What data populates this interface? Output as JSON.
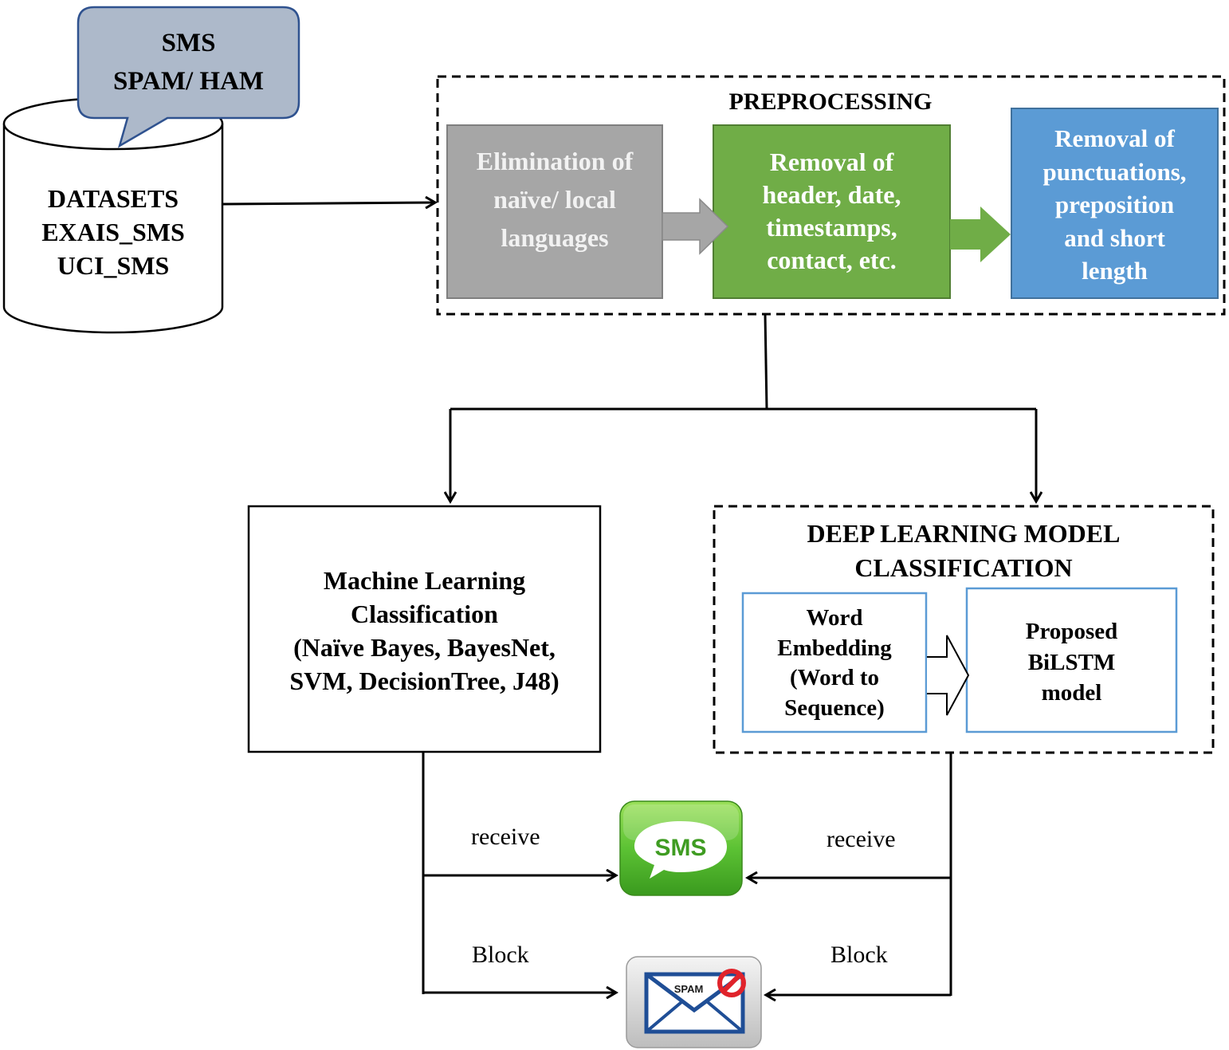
{
  "bubble": {
    "lines": [
      "SMS",
      "SPAM/ HAM"
    ]
  },
  "datasets": {
    "lines": [
      "DATASETS",
      "EXAIS_SMS",
      "UCI_SMS"
    ]
  },
  "preprocessing": {
    "title": "PREPROCESSING",
    "step1": {
      "lines": [
        "Elimination of",
        "naïve/ local",
        "languages"
      ],
      "color": "#a6a6a6"
    },
    "step2": {
      "lines": [
        "Removal of",
        "header, date,",
        "timestamps,",
        "contact, etc."
      ],
      "color": "#70ad47"
    },
    "step3": {
      "lines": [
        "Removal of",
        "punctuations,",
        "preposition",
        "and short",
        "length"
      ],
      "color": "#5b9bd5"
    }
  },
  "ml": {
    "lines": [
      "Machine Learning",
      "Classification",
      "(Naïve Bayes, BayesNet,",
      "SVM, DecisionTree, J48)"
    ]
  },
  "dl": {
    "title_lines": [
      "DEEP LEARNING MODEL",
      "CLASSIFICATION"
    ],
    "embedding": {
      "lines": [
        "Word",
        "Embedding",
        "(Word to",
        "Sequence)"
      ]
    },
    "bilstm": {
      "lines": [
        "Proposed",
        "BiLSTM",
        "model"
      ]
    }
  },
  "outputs": {
    "receive_label": "receive",
    "block_label": "Block",
    "sms_icon_text": "SMS",
    "spam_icon_text": "SPAM"
  }
}
